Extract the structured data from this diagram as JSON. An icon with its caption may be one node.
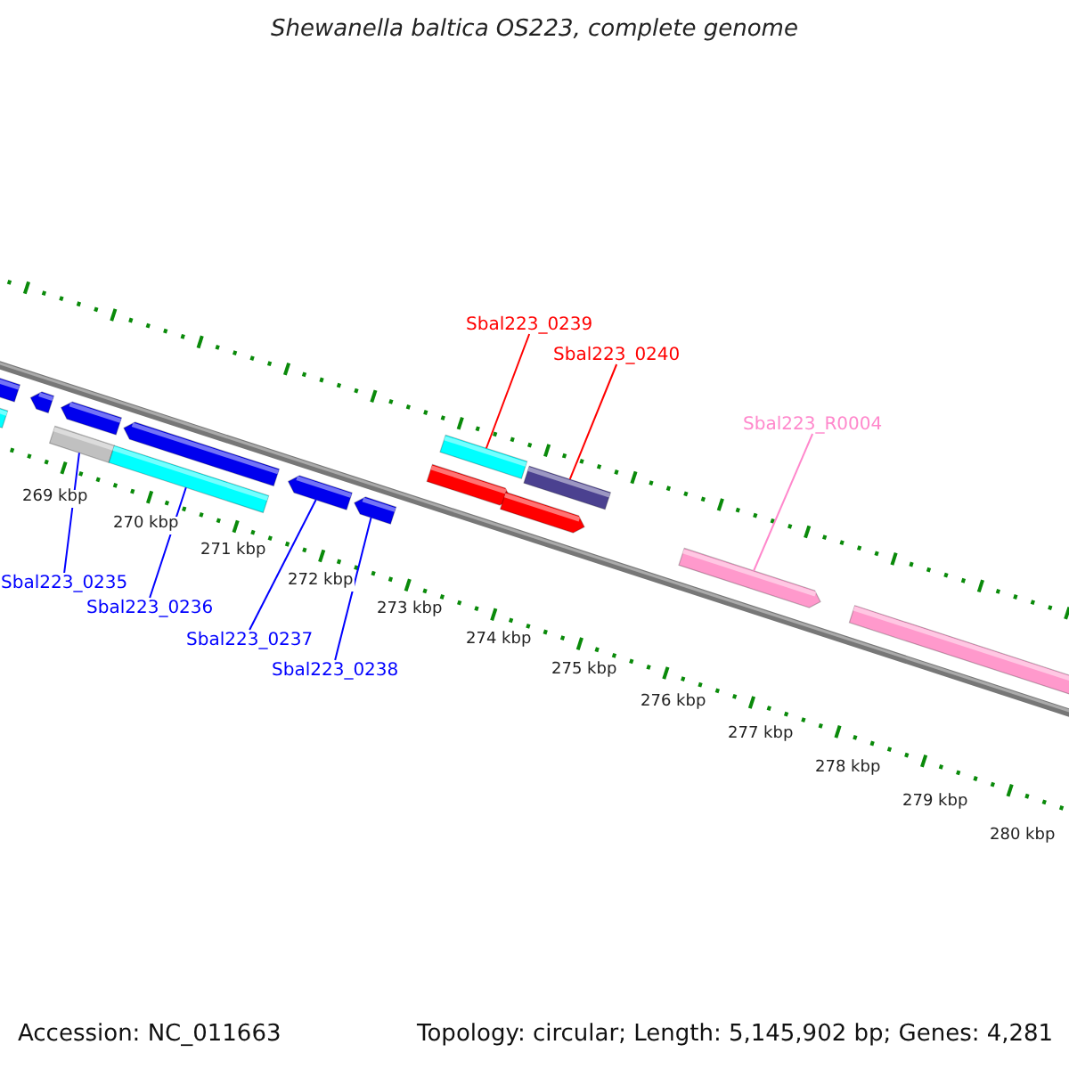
{
  "diagram": {
    "title": "Shewanella baltica OS223, complete genome",
    "nodes": [
      {
        "text": [
          "Sbal223_0235"
        ]
      },
      {
        "text": [
          "Sbal223_0236"
        ]
      },
      {
        "text": [
          "Sbal223_0237"
        ]
      },
      {
        "text": [
          "Sbal223_0238"
        ]
      },
      {
        "text": [
          "Sbal223_0239"
        ]
      },
      {
        "text": [
          "Sbal223_0240"
        ]
      },
      {
        "text": [
          "Sbal223_R0004"
        ]
      },
      {
        "text": [],
        "shape": "bar"
      },
      {
        "text": [],
        "shape": "bar"
      },
      {
        "text": [],
        "shape": "bar"
      },
      {
        "text": [],
        "shape": "bar"
      },
      {
        "text": [],
        "shape": "bar"
      },
      {
        "text": [],
        "shape": "bar"
      },
      {
        "text": [],
        "shape": "bar"
      },
      {
        "text": [],
        "shape": "bar"
      },
      {
        "text": [],
        "shape": "bar"
      },
      {
        "text": [],
        "shape": "bar"
      },
      {
        "text": [],
        "shape": "bar"
      },
      {
        "text": [],
        "shape": "bar"
      },
      {
        "text": [],
        "shape": "bar"
      },
      {
        "text": [],
        "shape": "bar"
      },
      {
        "text": [],
        "shape": "bar"
      }
    ],
    "edges": [
      {
        "from": 0,
        "to": 11,
        "arrow": "none"
      },
      {
        "from": 1,
        "to": 13,
        "arrow": "none"
      },
      {
        "from": 2,
        "to": 14,
        "arrow": "none"
      },
      {
        "from": 3,
        "to": 15,
        "arrow": "none"
      },
      {
        "from": 4,
        "to": 17,
        "arrow": "none",
        "color": "#ff0000"
      },
      {
        "from": 5,
        "to": 19,
        "arrow": "none",
        "color": "#ff0000"
      },
      {
        "from": 6,
        "to": 20,
        "arrow": "none",
        "color": "#ff88cc"
      }
    ],
    "labels": [
      "269 kbp",
      "270 kbp",
      "271 kbp",
      "272 kbp",
      "273 kbp",
      "274 kbp",
      "275 kbp",
      "276 kbp",
      "277 kbp",
      "278 kbp",
      "279 kbp",
      "280 kbp",
      "Accession: NC_011663",
      "Topology: circular; Length: 5,145,902 bp; Genes: 4,281"
    ]
  }
}
